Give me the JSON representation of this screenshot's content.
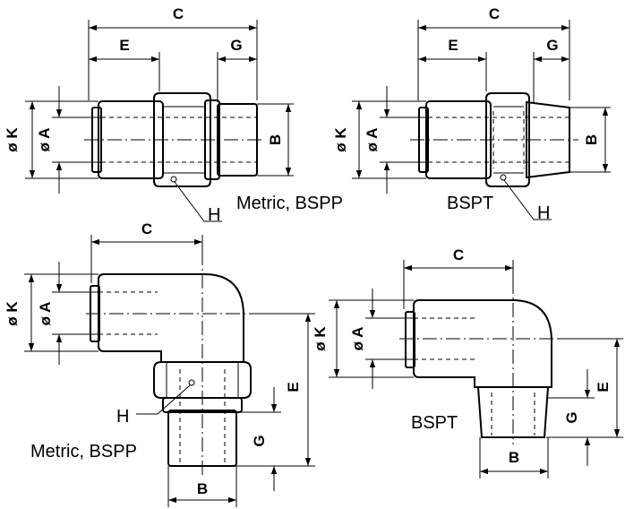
{
  "colors": {
    "line": "#000000",
    "background": "#ffffff"
  },
  "labels": {
    "c": "C",
    "e": "E",
    "g": "G",
    "b": "B",
    "h": "H",
    "k": "ø K",
    "a": "ø A"
  },
  "variants": {
    "straight_metric": "Metric, BSPP",
    "straight_bspt": "BSPT",
    "elbow_metric": "Metric, BSPP",
    "elbow_bspt": "BSPT"
  }
}
